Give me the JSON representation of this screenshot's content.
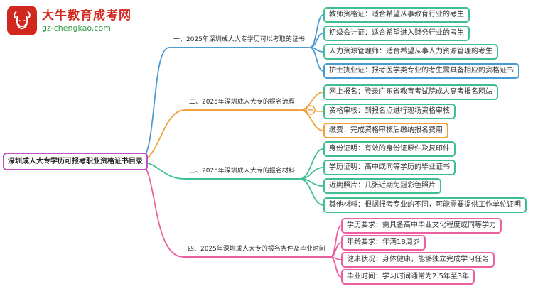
{
  "page": {
    "background": "#ffffff"
  },
  "logo": {
    "site_name": "大牛教育成考网",
    "site_url": "gz-chengkao.com",
    "icon": "bull-icon",
    "brand_red": "#d0281e",
    "brand_green": "#2f9e44"
  },
  "palette": {
    "blue": "#4a9bd5",
    "orange": "#eda33d",
    "green": "#3fbf8f",
    "pink": "#ec5fa1",
    "magenta": "#c04fc4"
  },
  "mindmap": {
    "root": {
      "label": "深圳成人大专学历可报考职业资格证书目录",
      "color": "#c04fc4"
    },
    "branches": [
      {
        "label": "一、2025年深圳成人大专学历可以考取的证书",
        "color": "#4a9bd5",
        "children": [
          {
            "label": "教师资格证：适合希望从事教育行业的考生",
            "color": "#3fbf8f"
          },
          {
            "label": "初级会计证：适合希望进入财务行业的考生",
            "color": "#3fbf8f"
          },
          {
            "label": "人力资源管理师：适合希望从事人力资源管理的考生",
            "color": "#3fbf8f"
          },
          {
            "label": "护士执业证：报考医学类专业的考生需具备相应的资格证书",
            "color": "#4a9bd5"
          }
        ]
      },
      {
        "label": "二、2025年深圳成人大专的报名流程",
        "color": "#eda33d",
        "collapse_icon": "minus-circle-icon",
        "children": [
          {
            "label": "网上报名：登录广东省教育考试院成人高考报名网站",
            "color": "#3fbf8f"
          },
          {
            "label": "资格审核：到报名点进行现场资格审核",
            "color": "#3fbf8f"
          },
          {
            "label": "缴费：完成资格审核后缴纳报名费用",
            "color": "#eda33d"
          }
        ]
      },
      {
        "label": "三、2025年深圳成人大专的报名材料",
        "color": "#3fbf8f",
        "children": [
          {
            "label": "身份证明：有效的身份证原件及复印件",
            "color": "#3fbf8f"
          },
          {
            "label": "学历证明：高中或同等学历的毕业证书",
            "color": "#3fbf8f"
          },
          {
            "label": "近期照片：几张近期免冠彩色照片",
            "color": "#3fbf8f"
          },
          {
            "label": "其他材料：根据报考专业的不同，可能需要提供工作单位证明",
            "color": "#3fbf8f"
          }
        ]
      },
      {
        "label": "四、2025年深圳成人大专的报名条件及毕业时间",
        "color": "#ec5fa1",
        "children": [
          {
            "label": "学历要求：需具备高中毕业文化程度或同等学力",
            "color": "#ec5fa1"
          },
          {
            "label": "年龄要求：年满18周岁",
            "color": "#ec5fa1"
          },
          {
            "label": "健康状况：身体健康，能够独立完成学习任务",
            "color": "#ec5fa1"
          },
          {
            "label": "毕业时间：学习时间通常为2.5年至3年",
            "color": "#ec5fa1"
          }
        ]
      }
    ]
  }
}
